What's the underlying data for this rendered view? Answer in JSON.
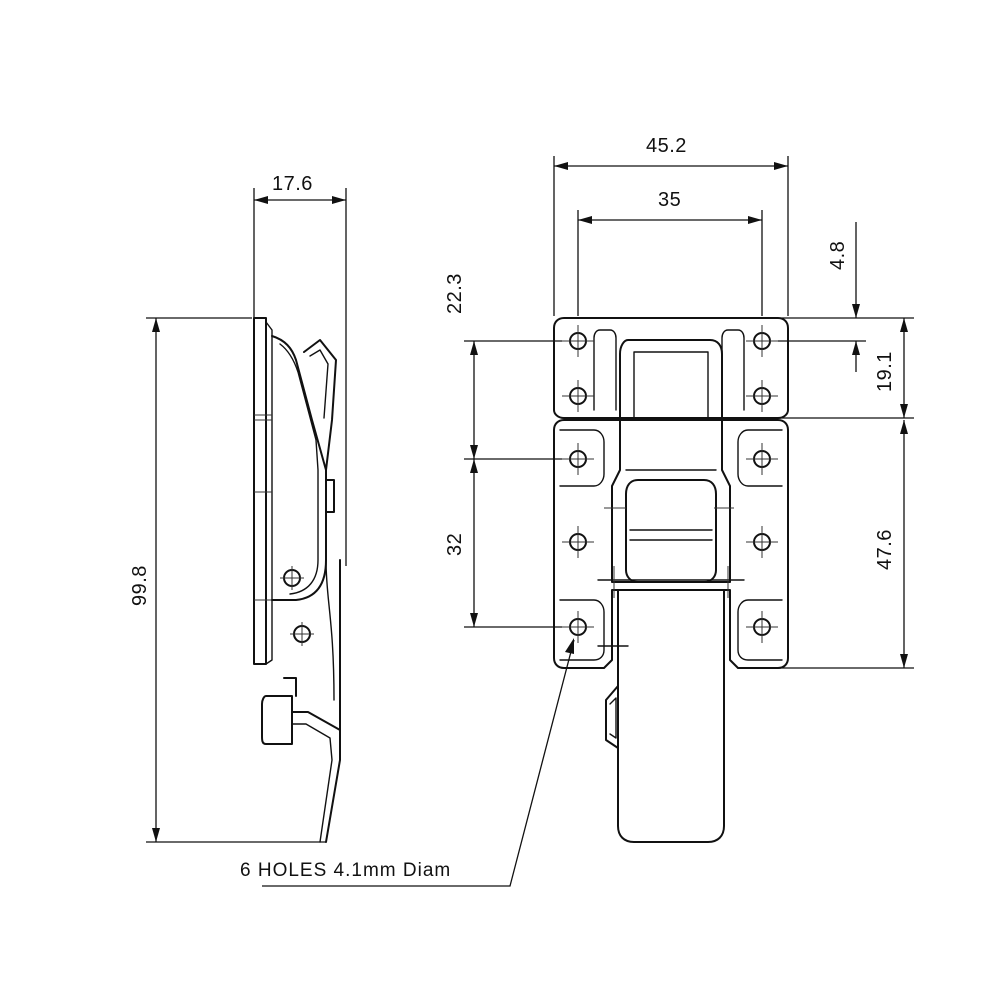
{
  "dimensions": {
    "side_width": "17.6",
    "overall_height": "99.8",
    "total_width": "45.2",
    "hole_spacing_width": "35",
    "top_hole_offset": "22.3",
    "top_margin": "4.8",
    "upper_plate_height": "19.1",
    "hole_spacing_vertical": "32",
    "lower_plate_height": "47.6"
  },
  "notes": {
    "holes_callout": "6 HOLES 4.1mm Diam"
  }
}
